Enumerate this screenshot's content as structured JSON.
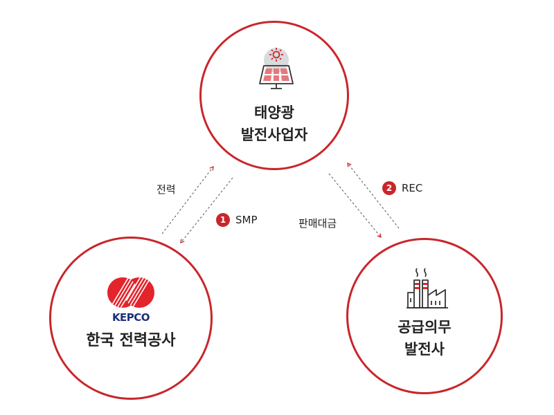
{
  "nodes": {
    "solar": {
      "line1": "태양광",
      "line2": "발전사업자",
      "icon": "solar-panel-icon"
    },
    "kepco": {
      "line1": "한국 전력공사",
      "logo": "kepco-logo",
      "logo_text": "KEPCO"
    },
    "rps": {
      "line1": "공급의무",
      "line2": "발전사",
      "icon": "factory-icon"
    }
  },
  "flows": {
    "power": {
      "label": "전력"
    },
    "smp": {
      "step": "1",
      "label": "SMP"
    },
    "sales": {
      "label": "판매대금"
    },
    "rec": {
      "step": "2",
      "label": "REC"
    }
  },
  "colors": {
    "accent": "#c8262b",
    "arrow_line": "#555555",
    "kepco_blue": "#1d2f7a",
    "kepco_red": "#e3242b"
  }
}
